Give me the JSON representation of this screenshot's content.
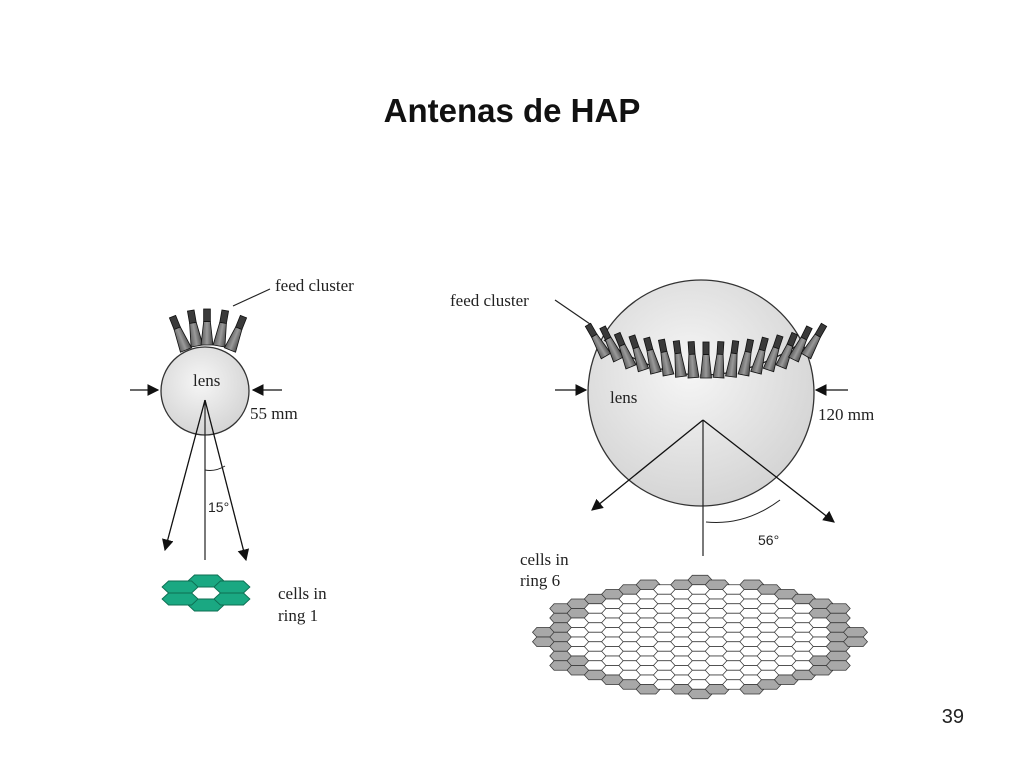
{
  "slide": {
    "title": "Antenas de HAP",
    "page_number": "39"
  },
  "left_antenna": {
    "feed_label": "feed cluster",
    "lens_label": "lens",
    "diameter_label": "55 mm",
    "angle_label": "15°",
    "cells_label_line1": "cells in",
    "cells_label_line2": "ring 1",
    "cell_color": "#1aa882"
  },
  "right_antenna": {
    "feed_label": "feed cluster",
    "lens_label": "lens",
    "diameter_label": "120 mm",
    "angle_label": "56°",
    "cells_label_line1": "cells in",
    "cells_label_line2": "ring 6",
    "outer_ring_color": "#a8a8a8"
  }
}
